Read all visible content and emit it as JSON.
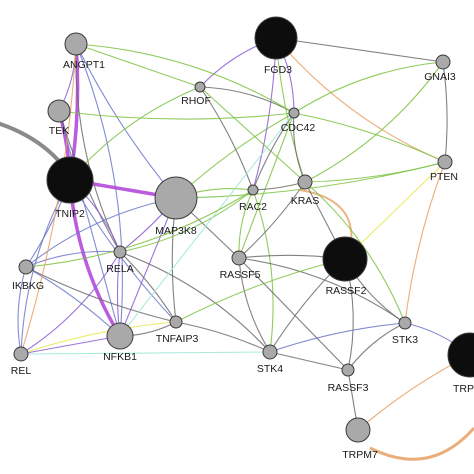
{
  "colors": {
    "background": "#ffffff",
    "node_gray": "#a9a9a9",
    "node_black": "#0d0d0d",
    "node_stroke": "#3a3a3a",
    "edge_purple": "#8a5cd6",
    "edge_magenta": "#b34ad9",
    "edge_green": "#7dc241",
    "edge_gray": "#6b6b6b",
    "edge_blue": "#6b78c9",
    "edge_orange": "#e8a064",
    "edge_teal": "#9ee6d8",
    "edge_yellow": "#e6e84a"
  },
  "nodes": [
    {
      "id": "ANGPT1",
      "label": "ANGPT1",
      "type": "gray"
    },
    {
      "id": "FGD3",
      "label": "FGD3",
      "type": "black"
    },
    {
      "id": "GNAI3",
      "label": "GNAI3",
      "type": "gray"
    },
    {
      "id": "RHOF",
      "label": "RHOF",
      "type": "gray"
    },
    {
      "id": "CDC42",
      "label": "CDC42",
      "type": "gray"
    },
    {
      "id": "TEK",
      "label": "TEK",
      "type": "gray"
    },
    {
      "id": "PTEN",
      "label": "PTEN",
      "type": "gray"
    },
    {
      "id": "TNIP2",
      "label": "TNIP2",
      "type": "black"
    },
    {
      "id": "MAP3K8",
      "label": "MAP3K8",
      "type": "gray"
    },
    {
      "id": "RAC2",
      "label": "RAC2",
      "type": "gray"
    },
    {
      "id": "KRAS",
      "label": "KRAS",
      "type": "gray"
    },
    {
      "id": "RELA",
      "label": "RELA",
      "type": "gray"
    },
    {
      "id": "IKBKG",
      "label": "IKBKG",
      "type": "gray"
    },
    {
      "id": "RASSF5",
      "label": "RASSF5",
      "type": "gray"
    },
    {
      "id": "RASSF2",
      "label": "RASSF2",
      "type": "black"
    },
    {
      "id": "TNFAIP3",
      "label": "TNFAIP3",
      "type": "gray"
    },
    {
      "id": "NFKB1",
      "label": "NFKB1",
      "type": "gray"
    },
    {
      "id": "REL",
      "label": "REL",
      "type": "gray"
    },
    {
      "id": "STK4",
      "label": "STK4",
      "type": "gray"
    },
    {
      "id": "STK3",
      "label": "STK3",
      "type": "gray"
    },
    {
      "id": "RASSF3",
      "label": "RASSF3",
      "type": "gray"
    },
    {
      "id": "TRPM7",
      "label": "TRPM7",
      "type": "gray"
    },
    {
      "id": "TRPM6",
      "label": "TRP",
      "type": "black"
    }
  ],
  "edges": [
    {
      "s": "ANGPT1",
      "t": "TEK",
      "c": "edge_purple"
    },
    {
      "s": "ANGPT1",
      "t": "TNIP2",
      "c": "edge_magenta"
    },
    {
      "s": "ANGPT1",
      "t": "RHOF",
      "c": "edge_green"
    },
    {
      "s": "ANGPT1",
      "t": "MAP3K8",
      "c": "edge_blue"
    },
    {
      "s": "ANGPT1",
      "t": "RELA",
      "c": "edge_gray"
    },
    {
      "s": "ANGPT1",
      "t": "NFKB1",
      "c": "edge_blue"
    },
    {
      "s": "TEK",
      "t": "TNIP2",
      "c": "edge_magenta"
    },
    {
      "s": "TEK",
      "t": "NFKB1",
      "c": "edge_blue"
    },
    {
      "s": "TEK",
      "t": "RELA",
      "c": "edge_gray"
    },
    {
      "s": "TNIP2",
      "t": "NFKB1",
      "c": "edge_magenta"
    },
    {
      "s": "TNIP2",
      "t": "RELA",
      "c": "edge_purple"
    },
    {
      "s": "TNIP2",
      "t": "IKBKG",
      "c": "edge_blue"
    },
    {
      "s": "TNIP2",
      "t": "MAP3K8",
      "c": "edge_magenta"
    },
    {
      "s": "TNIP2",
      "t": "TNFAIP3",
      "c": "edge_blue"
    },
    {
      "s": "TNIP2",
      "t": "REL",
      "c": "edge_blue"
    },
    {
      "s": "TNIP2",
      "t": "RHOF",
      "c": "edge_green"
    },
    {
      "s": "MAP3K8",
      "t": "RELA",
      "c": "edge_purple"
    },
    {
      "s": "MAP3K8",
      "t": "NFKB1",
      "c": "edge_purple"
    },
    {
      "s": "MAP3K8",
      "t": "TNFAIP3",
      "c": "edge_gray"
    },
    {
      "s": "MAP3K8",
      "t": "IKBKG",
      "c": "edge_blue"
    },
    {
      "s": "MAP3K8",
      "t": "RAC2",
      "c": "edge_green"
    },
    {
      "s": "MAP3K8",
      "t": "CDC42",
      "c": "edge_green"
    },
    {
      "s": "MAP3K8",
      "t": "RASSF5",
      "c": "edge_gray"
    },
    {
      "s": "RELA",
      "t": "NFKB1",
      "c": "edge_purple"
    },
    {
      "s": "RELA",
      "t": "IKBKG",
      "c": "edge_blue"
    },
    {
      "s": "RELA",
      "t": "REL",
      "c": "edge_purple"
    },
    {
      "s": "RELA",
      "t": "TNFAIP3",
      "c": "edge_gray"
    },
    {
      "s": "NFKB1",
      "t": "REL",
      "c": "edge_purple"
    },
    {
      "s": "NFKB1",
      "t": "IKBKG",
      "c": "edge_blue"
    },
    {
      "s": "NFKB1",
      "t": "TNFAIP3",
      "c": "edge_gray"
    },
    {
      "s": "REL",
      "t": "IKBKG",
      "c": "edge_blue"
    },
    {
      "s": "REL",
      "t": "TNFAIP3",
      "c": "edge_yellow"
    },
    {
      "s": "REL",
      "t": "STK4",
      "c": "edge_teal"
    },
    {
      "s": "IKBKG",
      "t": "TNFAIP3",
      "c": "edge_gray"
    },
    {
      "s": "FGD3",
      "t": "RHOF",
      "c": "edge_purple"
    },
    {
      "s": "FGD3",
      "t": "CDC42",
      "c": "edge_purple"
    },
    {
      "s": "FGD3",
      "t": "RAC2",
      "c": "edge_purple"
    },
    {
      "s": "FGD3",
      "t": "GNAI3",
      "c": "edge_gray"
    },
    {
      "s": "FGD3",
      "t": "KRAS",
      "c": "edge_green"
    },
    {
      "s": "FGD3",
      "t": "PTEN",
      "c": "edge_orange"
    },
    {
      "s": "RHOF",
      "t": "CDC42",
      "c": "edge_gray"
    },
    {
      "s": "RHOF",
      "t": "RAC2",
      "c": "edge_gray"
    },
    {
      "s": "RHOF",
      "t": "KRAS",
      "c": "edge_green"
    },
    {
      "s": "CDC42",
      "t": "RAC2",
      "c": "edge_gray"
    },
    {
      "s": "CDC42",
      "t": "KRAS",
      "c": "edge_gray"
    },
    {
      "s": "CDC42",
      "t": "GNAI3",
      "c": "edge_green"
    },
    {
      "s": "CDC42",
      "t": "PTEN",
      "c": "edge_green"
    },
    {
      "s": "CDC42",
      "t": "RASSF5",
      "c": "edge_green"
    },
    {
      "s": "RAC2",
      "t": "KRAS",
      "c": "edge_gray"
    },
    {
      "s": "RAC2",
      "t": "RASSF5",
      "c": "edge_green"
    },
    {
      "s": "RAC2",
      "t": "STK4",
      "c": "edge_green"
    },
    {
      "s": "KRAS",
      "t": "RASSF5",
      "c": "edge_gray"
    },
    {
      "s": "KRAS",
      "t": "RASSF2",
      "c": "edge_gray"
    },
    {
      "s": "KRAS",
      "t": "PTEN",
      "c": "edge_green"
    },
    {
      "s": "KRAS",
      "t": "GNAI3",
      "c": "edge_green"
    },
    {
      "s": "KRAS",
      "t": "STK3",
      "c": "edge_green"
    },
    {
      "s": "GNAI3",
      "t": "PTEN",
      "c": "edge_gray"
    },
    {
      "s": "PTEN",
      "t": "RASSF2",
      "c": "edge_yellow"
    },
    {
      "s": "PTEN",
      "t": "STK3",
      "c": "edge_orange"
    },
    {
      "s": "RASSF5",
      "t": "STK4",
      "c": "edge_gray"
    },
    {
      "s": "RASSF5",
      "t": "STK3",
      "c": "edge_gray"
    },
    {
      "s": "RASSF5",
      "t": "RASSF2",
      "c": "edge_gray"
    },
    {
      "s": "RASSF5",
      "t": "RASSF3",
      "c": "edge_gray"
    },
    {
      "s": "RASSF2",
      "t": "STK4",
      "c": "edge_gray"
    },
    {
      "s": "RASSF2",
      "t": "STK3",
      "c": "edge_gray"
    },
    {
      "s": "RASSF2",
      "t": "RASSF3",
      "c": "edge_gray"
    },
    {
      "s": "STK4",
      "t": "STK3",
      "c": "edge_blue"
    },
    {
      "s": "STK4",
      "t": "RASSF3",
      "c": "edge_gray"
    },
    {
      "s": "STK4",
      "t": "TNFAIP3",
      "c": "edge_gray"
    },
    {
      "s": "STK3",
      "t": "RASSF3",
      "c": "edge_gray"
    },
    {
      "s": "STK3",
      "t": "TRPM6",
      "c": "edge_blue"
    },
    {
      "s": "TRPM7",
      "t": "TRPM6",
      "c": "edge_orange"
    },
    {
      "s": "TRPM7",
      "t": "RASSF3",
      "c": "edge_gray"
    },
    {
      "s": "MAP3K8",
      "t": "PTEN",
      "c": "edge_green"
    },
    {
      "s": "RELA",
      "t": "RAC2",
      "c": "edge_green"
    },
    {
      "s": "RELA",
      "t": "STK4",
      "c": "edge_gray"
    },
    {
      "s": "TNFAIP3",
      "t": "RASSF2",
      "c": "edge_green"
    },
    {
      "s": "NFKB1",
      "t": "CDC42",
      "c": "edge_teal"
    },
    {
      "s": "TEK",
      "t": "CDC42",
      "c": "edge_green"
    },
    {
      "s": "IKBKG",
      "t": "RAC2",
      "c": "edge_green"
    },
    {
      "s": "ANGPT1",
      "t": "CDC42",
      "c": "edge_green"
    },
    {
      "s": "ANGPT1",
      "t": "REL",
      "c": "edge_orange"
    }
  ]
}
